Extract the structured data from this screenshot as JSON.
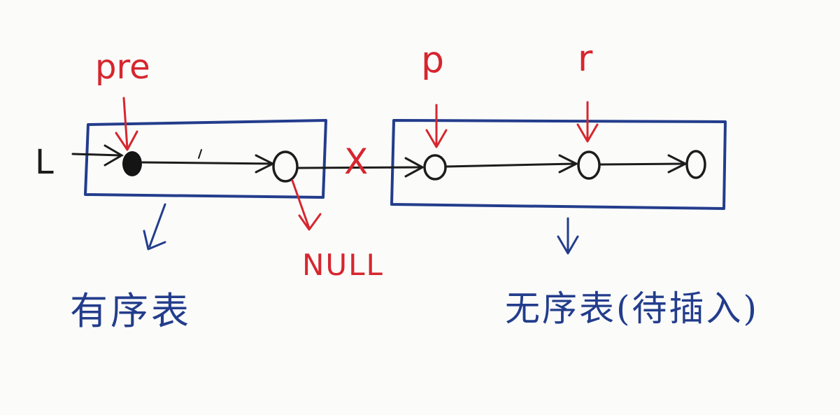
{
  "labels": {
    "pre": "pre",
    "p": "p",
    "r": "r",
    "head": "L",
    "cut_mark": "X",
    "null": "NULL",
    "sorted_list": "有序表",
    "unsorted_list": "无序表(待插入)"
  },
  "colors": {
    "box": "#233d8c",
    "pointer": "#d6262e",
    "link": "#1c1c1c",
    "background": "#fbfbfa"
  }
}
